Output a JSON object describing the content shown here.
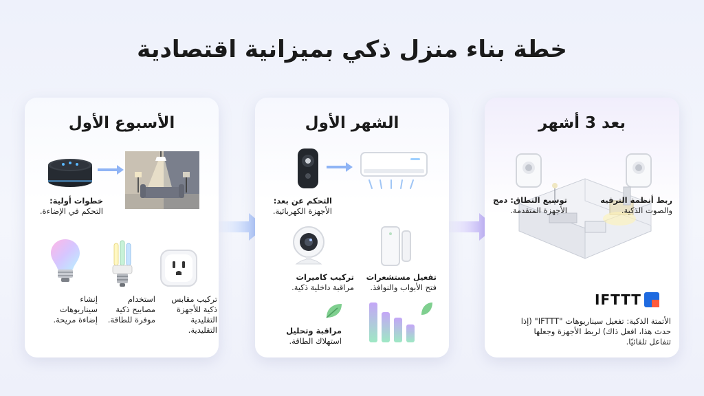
{
  "title": "خطة بناء منزل ذكي بميزانية اقتصادية",
  "stages": [
    {
      "heading": "الأسبوع الأول",
      "items": [
        {
          "icon": "smart-speaker-to-lighting",
          "lines": [
            "خطوات أولية:",
            "التحكم في الإضاءة."
          ]
        },
        {
          "icon": "smart-plug-icon",
          "lines": [
            "تركيب مقابس",
            "ذكية للأجهزة",
            "التقليدية",
            "التقليدية."
          ]
        },
        {
          "icon": "cfl-bulb-icon",
          "lines": [
            "استخدام",
            "مصابيح ذكية",
            "موفرة للطاقة."
          ]
        },
        {
          "icon": "rgb-bulb-icon",
          "lines": [
            "إنشاء",
            "سيناريوهات",
            "إضاءة مريحة."
          ]
        }
      ]
    },
    {
      "heading": "الشهر الأول",
      "items": [
        {
          "icon": "remote-to-ac",
          "lines": [
            "التحكم عن بعد:",
            "الأجهزة الكهربائية."
          ]
        },
        {
          "icon": "indoor-camera-icon",
          "lines": [
            "تركيب كاميرات",
            "مراقبة داخلية ذكية."
          ]
        },
        {
          "icon": "door-sensor-icon",
          "lines": [
            "تفعيل مستشعرات",
            "فتح الأبواب والنوافذ."
          ]
        },
        {
          "icon": "energy-chart-icon",
          "lines": [
            "مراقبة وتحليل",
            "استهلاك الطاقة."
          ]
        }
      ]
    },
    {
      "heading": "بعد 3 أشهر",
      "items": [
        {
          "icon": "hub-device-icon",
          "lines": [
            "ربط أنظمة الترفيه",
            "والصوت الذكية."
          ]
        },
        {
          "icon": "hub-device-icon",
          "lines": [
            "توسيع النطاق: دمج",
            "الأجهزة المتقدمة."
          ]
        },
        {
          "icon": "ifttt-logo",
          "logo_text": "IFTTT",
          "lines": [
            "الأتمتة الذكية: تفعيل سيناريوهات \"IFTTT\" (إذا",
            "حدث هذا، افعل ذاك) لربط الأجهزة وجعلها",
            "تتفاعل تلقائيًا."
          ]
        }
      ]
    }
  ],
  "colors": {
    "accent_blue": "#5b8ef0",
    "accent_purple": "#b58cf0",
    "arrow_gradient_start": "#bcd4ff",
    "arrow_gradient_end": "#9a8cf2",
    "card_bg": "#ffffff",
    "page_bg": "#eef1fb"
  }
}
